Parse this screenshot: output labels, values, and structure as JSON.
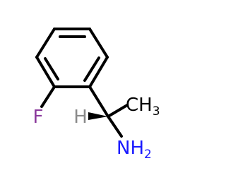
{
  "molecule": {
    "atom_labels": {
      "fluorine": "F",
      "hydrogen": "H",
      "methyl_main": "CH",
      "methyl_sub": "3",
      "amine_main": "NH",
      "amine_sub": "2"
    },
    "colors": {
      "bond": "#000000",
      "fluorine": "#8b3a9c",
      "hydrogen": "#8a8a8a",
      "nitrogen": "#1a1aff",
      "carbon": "#000000"
    }
  }
}
